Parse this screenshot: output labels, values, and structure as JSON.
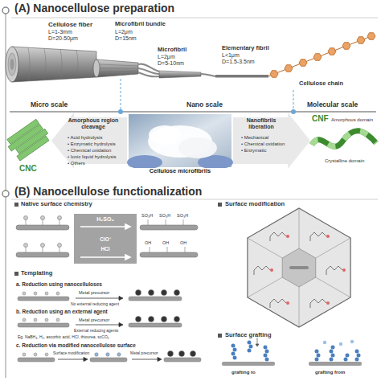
{
  "diagram": {
    "nodes": [
      {
        "text": [
          "(A) Nanocellulose preparation"
        ]
      },
      {
        "text": [
          "Cellulose microfibrils"
        ],
        "in": 0
      },
      {
        "text": [
          "(B) Nanocellulose functionalization"
        ]
      },
      {
        "text": [
          "Native surface chemistry"
        ],
        "in": 2
      },
      {
        "text": [
          "H₂SO₄",
          "ClO⁻",
          "HCl"
        ],
        "in": 3
      },
      {
        "text": [
          "Templating"
        ],
        "in": 2
      },
      {
        "text": [
          "Surface modification"
        ],
        "in": 2
      },
      {
        "text": [
          "Surface grafting"
        ],
        "in": 2
      }
    ],
    "labels": [
      "Cellulose fiber",
      "L=1-3mm",
      "D=20-50μm",
      "Microfibril bundle",
      "L=2μm",
      "D=15nm",
      "Microfibril",
      "L=2μm",
      "D=5-10nm",
      "Elementary fibril",
      "L<1μm",
      "D=1.5-3.5nm",
      "Cellulose chain",
      "Micro scale",
      "Nano scale",
      "Molecular scale",
      "Amorphous region cleavage",
      "• Acid hydrolysis",
      "• Enzymatic hydrolysis",
      "• Chemical oxidation",
      "• Ionic liquid hydrolysis",
      "• Others",
      "Nanofibrils liberation",
      "• Mechanical",
      "• Chemical oxidation",
      "• Enzymatic",
      "CNC",
      "CNF",
      "Amorphous domain",
      "Crystalline domain",
      "a. Reduction using nanocelluloses",
      "Metal precursor",
      "No external reducing agent",
      "b. Reduction using an external agent",
      "Metal precursor",
      "External reducing agents",
      "Eg. NaBH₄, H₂, ascorbic acid, HCl, thiourea, scCO₂",
      "c. Reduction via modified nanocellulose surface",
      "Surface modification",
      "Metal precursor",
      "grafting to",
      "grafting from",
      "SO₃H",
      "SO₃H",
      "SO₃H",
      "OH",
      "OH",
      "OH"
    ]
  }
}
